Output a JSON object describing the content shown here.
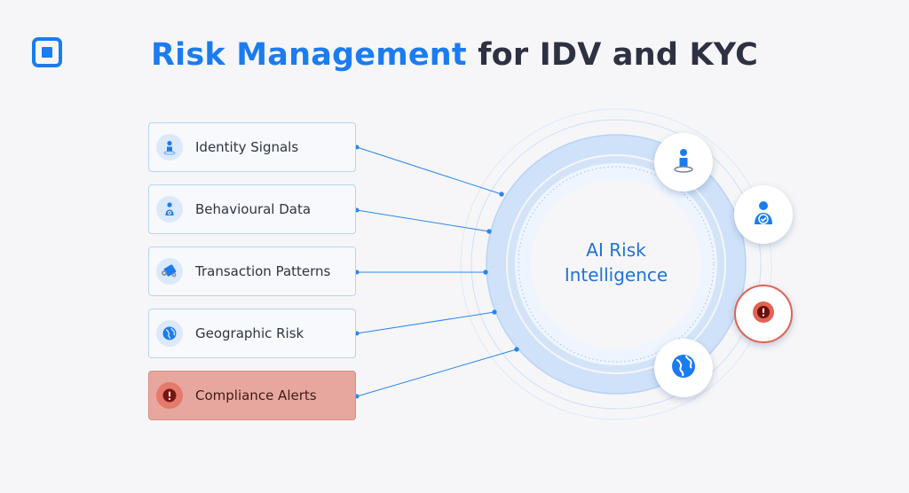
{
  "header": {
    "title_highlight": "Risk Management",
    "title_rest": " for IDV and KYC"
  },
  "inputs": [
    {
      "label": "Identity Signals",
      "icon": "person-pin-icon"
    },
    {
      "label": "Behavioural Data",
      "icon": "person-fingerprint-icon"
    },
    {
      "label": "Transaction Patterns",
      "icon": "card-gears-icon"
    },
    {
      "label": "Geographic Risk",
      "icon": "globe-icon"
    },
    {
      "label": "Compliance Alerts",
      "icon": "alert-icon",
      "status": "alert"
    }
  ],
  "center": {
    "line1": "AI Risk",
    "line2": "Intelligence"
  },
  "orbit_nodes": [
    {
      "icon": "person-pin-icon"
    },
    {
      "icon": "verified-user-icon"
    },
    {
      "icon": "alert-icon",
      "status": "alert"
    },
    {
      "icon": "globe-icon"
    }
  ],
  "colors": {
    "accent": "#1b7cf0",
    "title": "#2d3142",
    "alert": "#e06354",
    "alert_card": "#e8a79e",
    "ring": "#cfe2f9"
  }
}
